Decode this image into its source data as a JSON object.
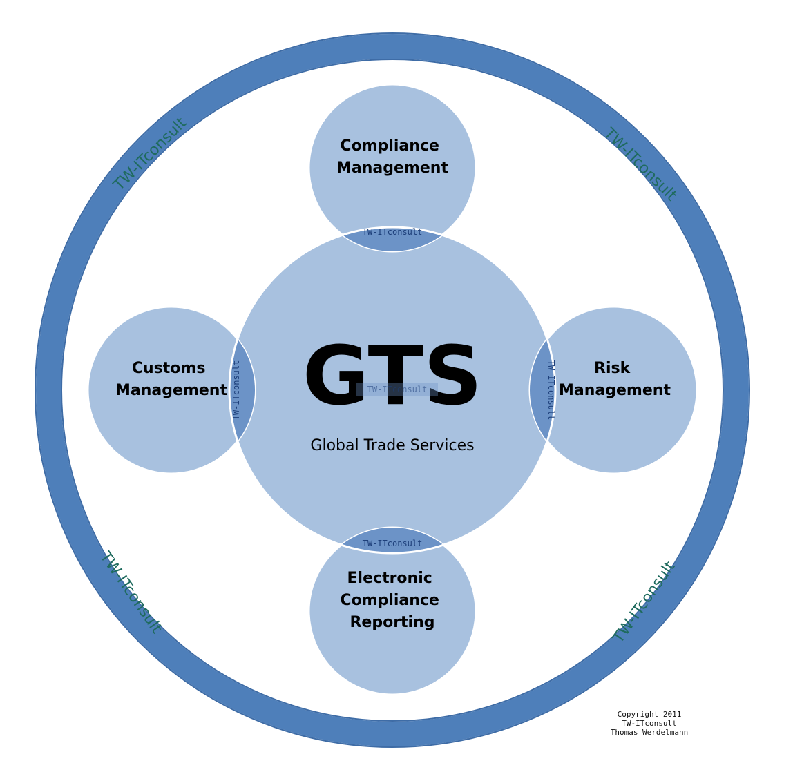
{
  "colors": {
    "ring": "#4e7fba",
    "circle_fill": "#a8c1df",
    "lens_fill": "#6c93c7",
    "ring_text": "#1f6b5e",
    "lens_text": "#1d3f7a",
    "background": "#ffffff"
  },
  "outer_ring": {
    "labels": [
      "TW-ITconsult",
      "TW-ITconsult",
      "TW-ITconsult",
      "TW-ITconsult"
    ]
  },
  "center": {
    "title": "GTS",
    "subtitle": "Global Trade Services",
    "watermark": "TW-ITconsult"
  },
  "satellites": {
    "top": {
      "line1": "Compliance",
      "line2": "Management"
    },
    "left": {
      "line1": "Customs",
      "line2": "Management"
    },
    "right": {
      "line1": "Risk",
      "line2": "Management"
    },
    "bottom": {
      "line1": "Electronic",
      "line2": "Compliance",
      "line3": "Reporting"
    }
  },
  "overlap_labels": {
    "top": "TW-ITconsult",
    "left": "TW-ITconsult",
    "right": "TW-ITconsult",
    "bottom": "TW-ITconsult"
  },
  "copyright": {
    "line1": "Copyright 2011",
    "line2": "TW-ITconsult",
    "line3": "Thomas Werdelmann"
  }
}
